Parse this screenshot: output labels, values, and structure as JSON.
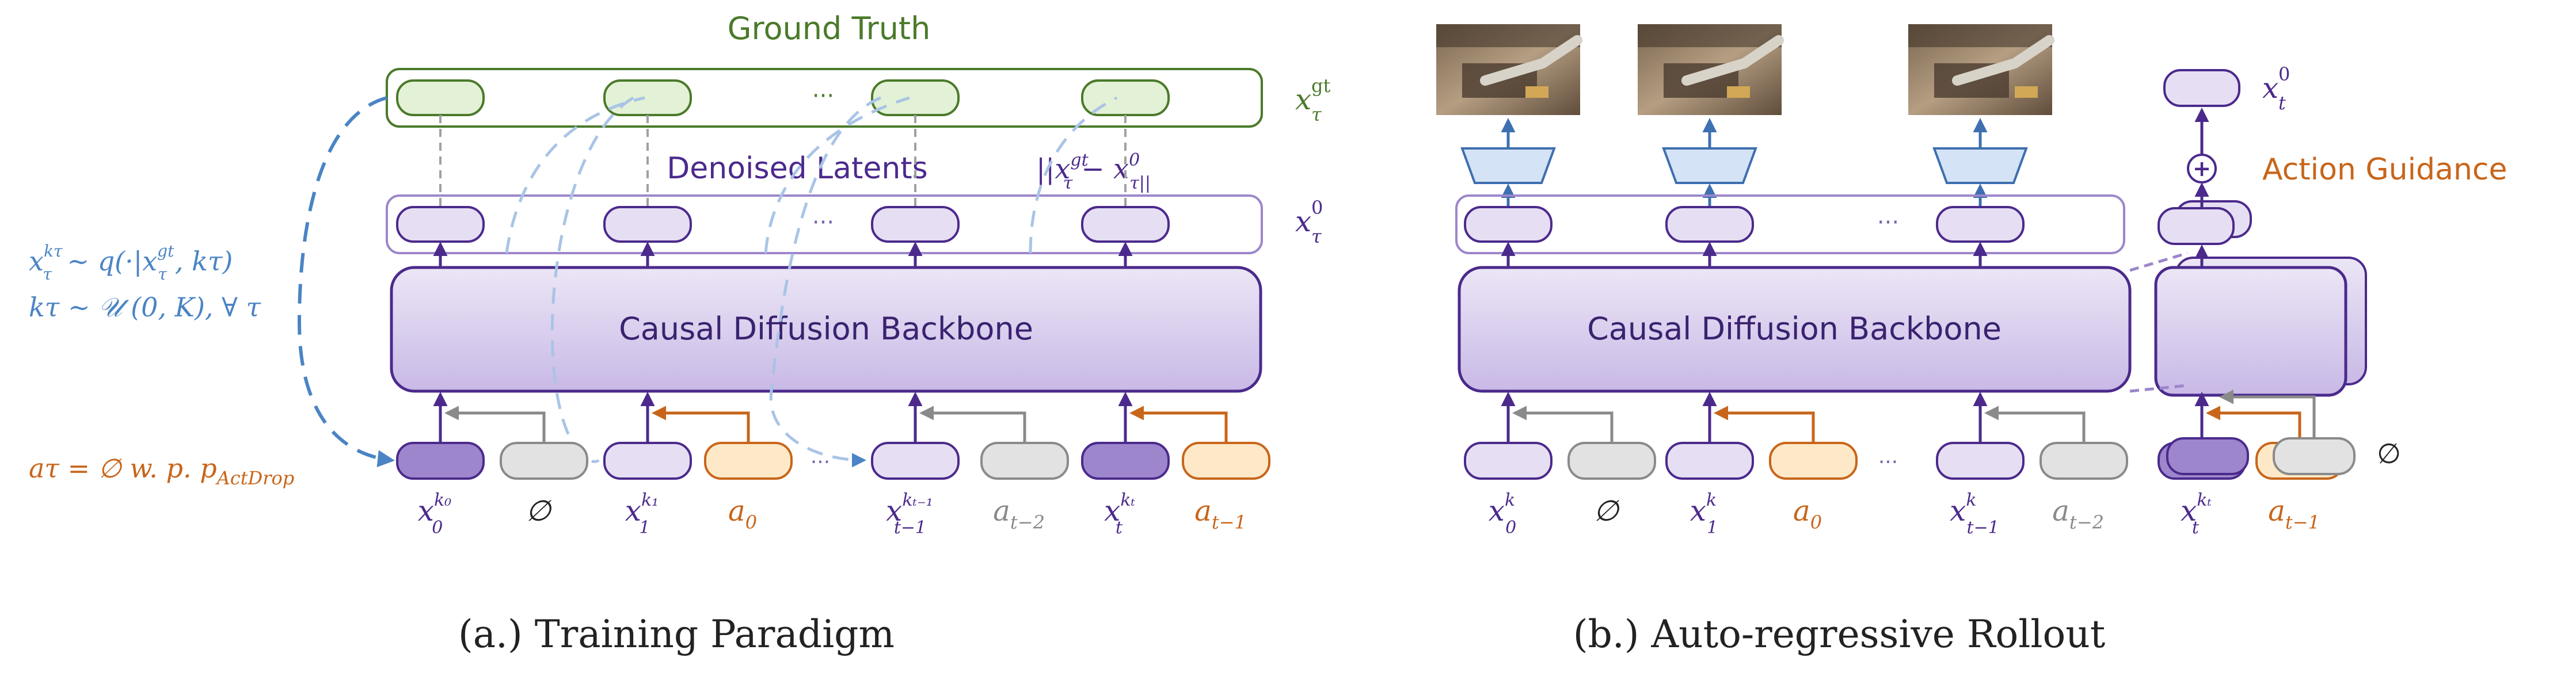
{
  "training": {
    "title": "Ground Truth",
    "gt_label": "x",
    "gt_sup": "gt",
    "gt_sub": "τ",
    "denoised_title": "Denoised Latents",
    "denoised_label": "x",
    "denoised_sup": "0",
    "denoised_sub": "τ",
    "loss_text": "||x",
    "loss_sup": "gt",
    "loss_mid": "τ",
    "loss_minus": " − x",
    "loss_sup2": "0",
    "loss_end": "τ||",
    "ellipsis": "···",
    "backbone_label": "Causal Diffusion Backbone",
    "eq1": "xτ^kτ ∼ q(·|xτ^gt, kτ)",
    "eq1_a": "x",
    "eq1_a_sup": "kτ",
    "eq1_a_sub": "τ",
    "eq1_b": " ∼ q(·|x",
    "eq1_b_sup": "gt",
    "eq1_b_sub": "τ",
    "eq1_c": ", kτ)",
    "eq2": "kτ ∼ 𝒰 (0, K), ∀ τ",
    "eq3_a": "aτ = ∅ w. p. p",
    "eq3_sub": "ActDrop",
    "inputs": [
      {
        "base": "x",
        "sub": "0",
        "sup": "k₀"
      },
      {
        "base": "∅"
      },
      {
        "base": "x",
        "sub": "1",
        "sup": "k₁"
      },
      {
        "base": "a",
        "sub": "0"
      },
      {
        "base": "x",
        "sub": "t−1",
        "sup": "kₜ₋₁"
      },
      {
        "base": "a",
        "sub": "t−2"
      },
      {
        "base": "x",
        "sub": "t",
        "sup": "kₜ"
      },
      {
        "base": "a",
        "sub": "t−1"
      }
    ],
    "caption": "(a.) Training Paradigm"
  },
  "rollout": {
    "out_label": "x",
    "out_sup": "0",
    "out_sub": "t",
    "guidance_label": "Action Guidance",
    "backbone_label": "Causal Diffusion Backbone",
    "ellipsis": "···",
    "plus": "+",
    "null_symbol": "∅",
    "inputs": [
      {
        "base": "x",
        "sub": "0",
        "sup": "k"
      },
      {
        "base": "∅"
      },
      {
        "base": "x",
        "sub": "1",
        "sup": "k"
      },
      {
        "base": "a",
        "sub": "0"
      },
      {
        "base": "x",
        "sub": "t−1",
        "sup": "k"
      },
      {
        "base": "a",
        "sub": "t−2"
      },
      {
        "base": "x",
        "sub": "t",
        "sup": "kₜ"
      },
      {
        "base": "a",
        "sub": "t−1"
      }
    ],
    "caption": "(b.) Auto-regressive Rollout"
  },
  "colors": {
    "green": "#4a7a2a",
    "green_fill": "#e3f1d6",
    "purple": "#4b2a8c",
    "purple_light": "#e6dff3",
    "purple_mid": "#9d86cc",
    "orange": "#c8651a",
    "orange_fill": "#fde9c8",
    "blue": "#4a84c4",
    "gray": "#8a8a8a",
    "gray_fill": "#e2e2e2",
    "decoder_fill": "#d4e3f5",
    "decoder_stroke": "#3e6fb0"
  }
}
